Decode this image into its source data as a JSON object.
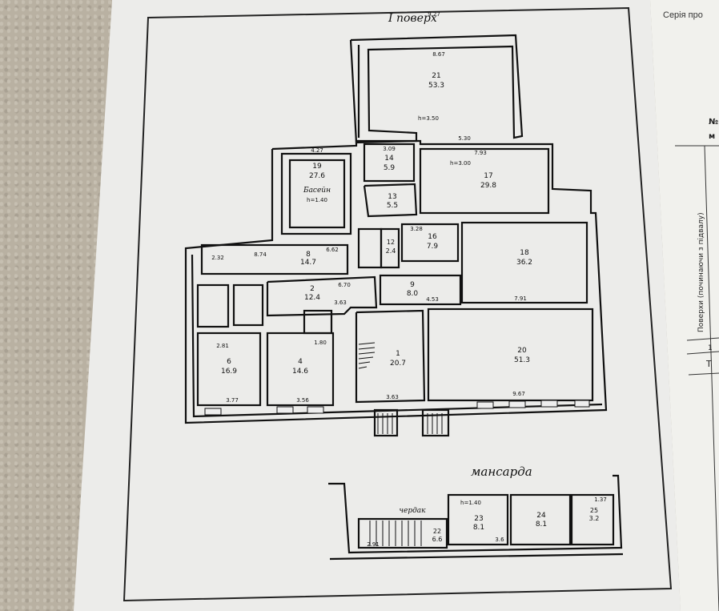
{
  "header": {
    "series_fragment": "Серія про"
  },
  "floor1": {
    "title": "І поверх",
    "rooms": [
      {
        "id": "21",
        "num": "21",
        "area": "53.3",
        "dim": "8.67"
      },
      {
        "id": "19",
        "num": "19",
        "area": "27.6",
        "label": "Басейн",
        "height": "h=1.40",
        "dim": "4.27"
      },
      {
        "id": "14",
        "num": "14",
        "area": "5.9",
        "dim": "3.09"
      },
      {
        "id": "17",
        "num": "17",
        "area": "29.8",
        "height": "h=3.00",
        "dim": "7.93"
      },
      {
        "id": "13",
        "num": "13",
        "area": "5.5"
      },
      {
        "id": "16",
        "num": "16",
        "area": "7.9",
        "dim": "3.28"
      },
      {
        "id": "18",
        "num": "18",
        "area": "36.2",
        "dim": "7.91"
      },
      {
        "id": "8",
        "num": "8",
        "area": "14.7",
        "dim": "6.62"
      },
      {
        "id": "12",
        "num": "12",
        "area": "2.4"
      },
      {
        "id": "9",
        "num": "9",
        "area": "8.0",
        "dim": "4.53"
      },
      {
        "id": "2",
        "num": "2",
        "area": "12.4",
        "dim": "6.70"
      },
      {
        "id": "6",
        "num": "6",
        "area": "16.9",
        "dim": "3.77"
      },
      {
        "id": "4",
        "num": "4",
        "area": "14.6",
        "dim": "3.56"
      },
      {
        "id": "1",
        "num": "1",
        "area": "20.7",
        "dim": "3.63"
      },
      {
        "id": "20",
        "num": "20",
        "area": "51.3",
        "dim": "9.67"
      }
    ],
    "dims": {
      "top_outer": "9.27",
      "right_21": "5.30",
      "h_21": "h=3.50",
      "corridor_left": "2.32",
      "corridor_len": "8.74",
      "d_363": "3.63",
      "d_281": "2.81",
      "d_180": "1.80"
    }
  },
  "attic": {
    "title": "мансарда",
    "label_cherdak": "чердак",
    "rooms": [
      {
        "num": "22",
        "area": "6.6"
      },
      {
        "num": "23",
        "area": "8.1"
      },
      {
        "num": "24",
        "area": "8.1"
      },
      {
        "num": "25",
        "area": "3.2"
      }
    ],
    "dims": {
      "d1": "2.91",
      "d2": "3.6",
      "d3": "1.37",
      "h": "h=1.40"
    }
  },
  "sidebar": {
    "row_no": "№",
    "row_m": "м",
    "vertical_label": "Поверхи (починаючи з підвалу)",
    "row_1": "1",
    "row_2": "Т"
  }
}
